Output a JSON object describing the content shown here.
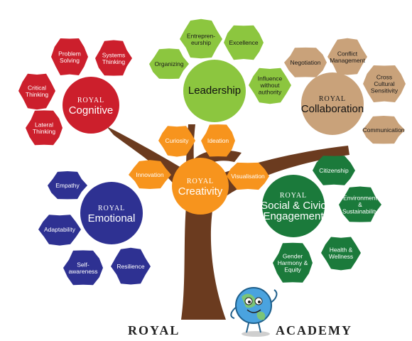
{
  "brand": {
    "left": "ROYAL",
    "right": "ACADEMY"
  },
  "clusters": {
    "cognitive": {
      "prefix": "ROYAL",
      "title": "Cognitive",
      "color": "#cc1f2c",
      "leaves": [
        "Problem Solving",
        "Systems Thinking",
        "Critical Thinking",
        "Lateral Thinking"
      ]
    },
    "leadership": {
      "prefix": "",
      "title": "Leadership",
      "color": "#8cc63f",
      "leaves": [
        "Entrepren- eurship",
        "Excellence",
        "Organizing",
        "Influence without authority"
      ]
    },
    "collaboration": {
      "prefix": "ROYAL",
      "title": "Collaboration",
      "color": "#c9a27a",
      "leaves": [
        "Negotiation",
        "Conflict Management",
        "Cross Cultural Sensitivity",
        "Communication"
      ]
    },
    "creativity": {
      "prefix": "ROYAL",
      "title": "Creativity",
      "color": "#f7941d",
      "leaves": [
        "Curiosity",
        "Ideation",
        "Innovation",
        "Visualisation"
      ]
    },
    "emotional": {
      "prefix": "ROYAL",
      "title": "Emotional",
      "color": "#2e3192",
      "leaves": [
        "Empathy",
        "Adaptability",
        "Self- awareness",
        "Resilience"
      ]
    },
    "social": {
      "prefix": "ROYAL",
      "title": "Social & Civic Engagement",
      "color": "#1b7a3b",
      "leaves": [
        "Citizenship",
        "Environment & Sustainability",
        "Health & Wellness",
        "Gender Harmony & Equity"
      ]
    }
  },
  "colors": {
    "trunk": "#6b3b1f",
    "text_light": "#ffffff",
    "text_dark": "#1a1a1a"
  }
}
